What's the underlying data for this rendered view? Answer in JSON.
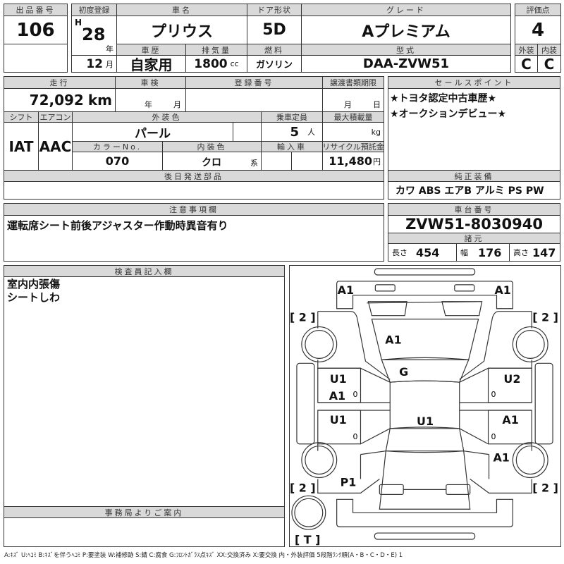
{
  "lot": {
    "label": "出品番号",
    "value": "106"
  },
  "first_reg": {
    "label": "初度登録",
    "era": "H",
    "year": "28",
    "year_unit": "年",
    "month": "12",
    "month_unit": "月"
  },
  "car_name": {
    "label": "車名",
    "value": "プリウス"
  },
  "door": {
    "label": "ドア形状",
    "value": "5D"
  },
  "grade": {
    "label": "グレード",
    "value": "Aプレミアム"
  },
  "score": {
    "label": "評価点",
    "value": "4",
    "ext_label": "外装",
    "ext": "C",
    "int_label": "内装",
    "int": "C"
  },
  "history": {
    "label": "車歴",
    "value": "自家用"
  },
  "displacement": {
    "label": "排気量",
    "value": "1800",
    "unit": "cc"
  },
  "fuel": {
    "label": "燃料",
    "value": "ガソリン"
  },
  "model": {
    "label": "型式",
    "value": "DAA-ZVW51"
  },
  "mileage": {
    "label": "走行",
    "value": "72,092",
    "unit": "km"
  },
  "inspection": {
    "label": "車検",
    "year_unit": "年",
    "month_unit": "月"
  },
  "reg_no": {
    "label": "登録番号"
  },
  "transfer": {
    "label": "譲渡書類期限",
    "month_unit": "月",
    "day_unit": "日"
  },
  "shift": {
    "label": "シフト",
    "value": "IAT"
  },
  "ac": {
    "label": "エアコン",
    "value": "AAC"
  },
  "ext_color": {
    "label": "外装色",
    "value": "パール"
  },
  "capacity": {
    "label": "乗車定員",
    "value": "5",
    "unit": "人"
  },
  "max_load": {
    "label": "最大積載量",
    "unit": "kg"
  },
  "color_no": {
    "label": "カラーNo.",
    "value": "070"
  },
  "int_color": {
    "label": "内装色",
    "value": "クロ",
    "unit": "系"
  },
  "import": {
    "label": "輸入車"
  },
  "recycle": {
    "label": "リサイクル預託金",
    "value": "11,480",
    "unit": "円"
  },
  "later_parts": {
    "label": "後日発送部品"
  },
  "sales_points": {
    "label": "セールスポイント",
    "items": [
      "★トヨタ認定中古車歴★",
      "★オークションデビュー★"
    ]
  },
  "equipment": {
    "label": "純正装備",
    "value": "カワ ABS エアB アルミ PS PW"
  },
  "notes": {
    "label": "注意事項欄",
    "value": "運転席シート前後アジャスター作動時異音有り"
  },
  "chassis": {
    "label": "車台番号",
    "value": "ZVW51-8030940"
  },
  "specs": {
    "label": "諸元",
    "length_label": "長さ",
    "length": "454",
    "width_label": "幅",
    "width": "176",
    "height_label": "高さ",
    "height": "147"
  },
  "inspector": {
    "label": "検査員記入欄",
    "items": [
      "室内内張傷",
      "シートしわ"
    ]
  },
  "office": {
    "label": "事務局よりご案内"
  },
  "diagram": {
    "marks": [
      "A1",
      "A1",
      "[ 2 ]",
      "[ 2 ]",
      "A1",
      "G",
      "U1",
      "A1",
      "U2",
      "U1",
      "U1",
      "A1",
      "A1",
      "P1",
      "[ 2 ]",
      "[ 2 ]",
      "[ T ]"
    ],
    "small": [
      "0",
      "0",
      "0",
      "0"
    ]
  },
  "legend": "A:ｷｽﾞ U:ﾍｺﾐ B:ｷｽﾞを伴うﾍｺﾐ P:要塗装 W:補修跡 S:錆 C:腐食 G:ﾌﾛﾝﾄｶﾞﾗｽ点ｷｽﾞ XX:交換済み X:要交換 内・外装評価 5段階ﾗﾝｸ順(A・B・C・D・E) 1"
}
